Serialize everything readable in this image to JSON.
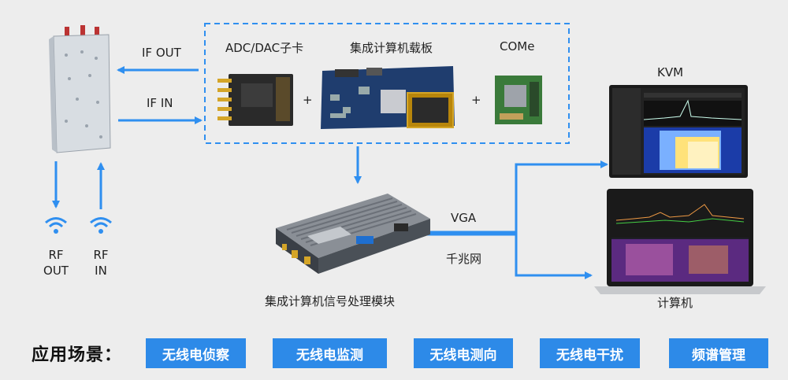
{
  "labels": {
    "if_out": "IF OUT",
    "if_in": "IF IN",
    "adc_card": "ADC/DAC子卡",
    "carrier_board": "集成计算机载板",
    "come": "COMe",
    "plus": "+",
    "kvm": "KVM",
    "vga": "VGA",
    "gigabit": "千兆网",
    "module": "集成计算机信号处理模块",
    "computer": "计算机",
    "rf_out": [
      "RF",
      "OUT"
    ],
    "rf_in": [
      "RF",
      "IN"
    ]
  },
  "scenarios": {
    "title": "应用场景：",
    "items": [
      "无线电侦察",
      "无线电监测",
      "无线电测向",
      "无线电干扰",
      "频谱管理"
    ]
  },
  "colors": {
    "accent": "#2d8ae8",
    "arrow": "#2f8ff0",
    "background": "#ededed"
  }
}
